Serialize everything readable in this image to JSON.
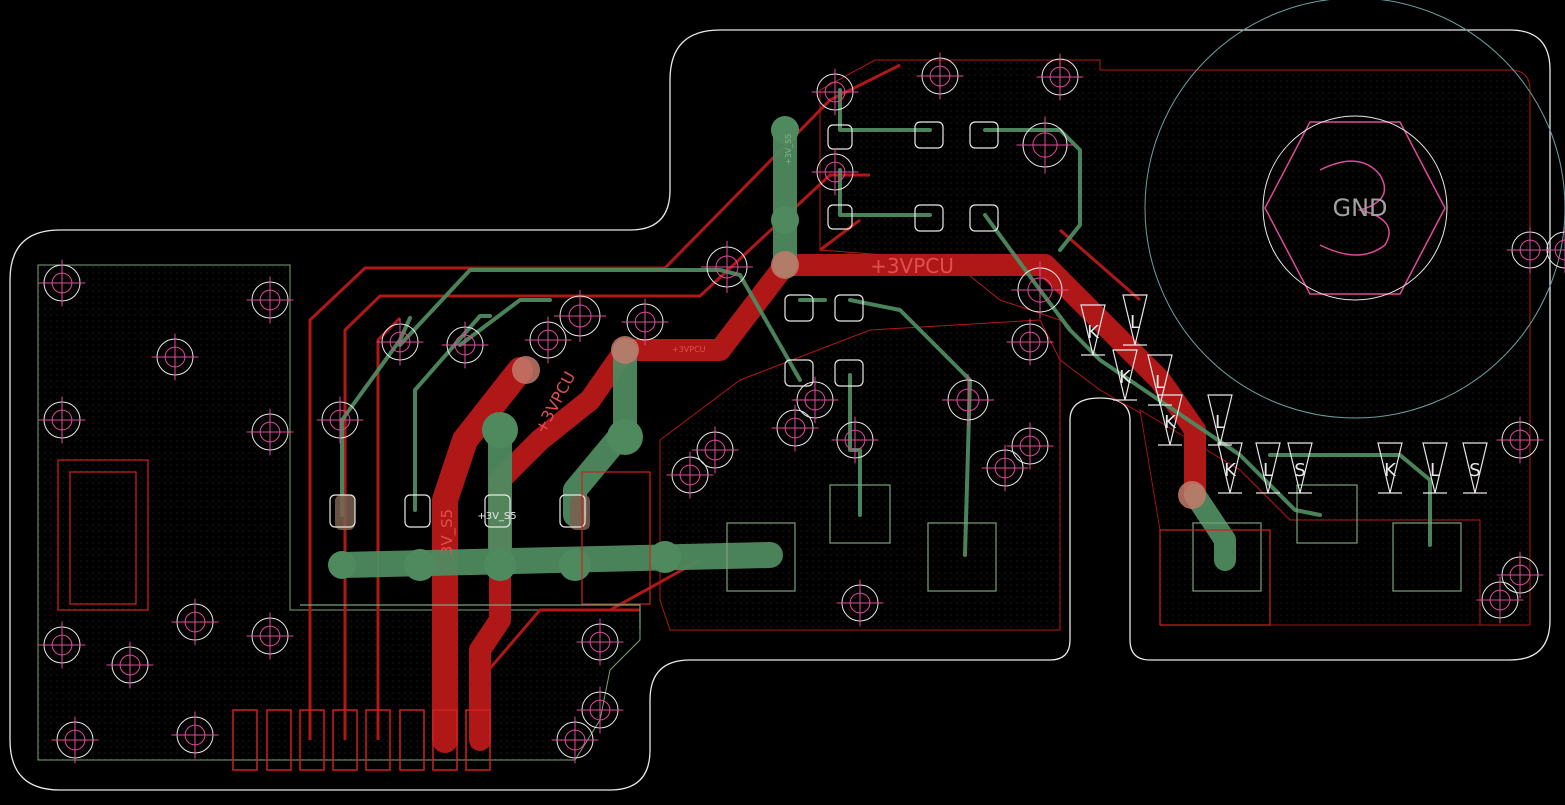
{
  "colors": {
    "background": "#000000",
    "outline": "#e8e8e8",
    "pour": "#b01818",
    "trace_top": "#b01818",
    "trace_bottom": "#4f8a5f",
    "pad_top": "#c47a6c",
    "silk_pink": "#e04a9a",
    "keepout": "#7aa27a",
    "text_gray": "#a0a0a0"
  },
  "labels": {
    "gnd": "GND",
    "net_3vpcu": "+3VPCU",
    "net_3vpcu_rot": "+3VPCU",
    "net_3v_s5_a": "3V_S5",
    "net_3v_s5_b": "+3V_S5",
    "net_small_1": "+3VPCU",
    "net_small_2": "+3V_S5",
    "mark_k": "K",
    "mark_l": "L",
    "mark_s": "S"
  }
}
